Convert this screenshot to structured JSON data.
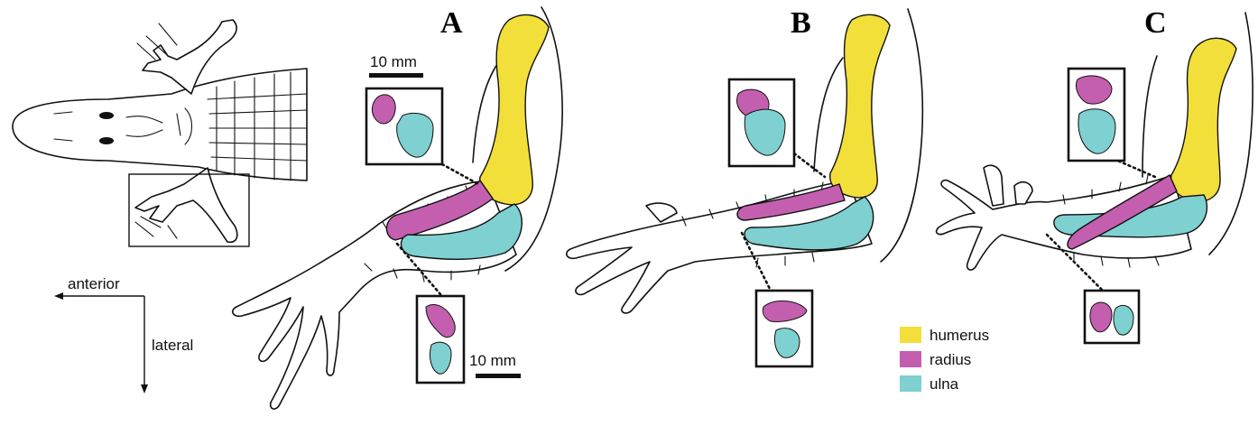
{
  "panels": [
    {
      "letter": "A"
    },
    {
      "letter": "B"
    },
    {
      "letter": "C"
    }
  ],
  "scale_bars": [
    {
      "label": "10 mm"
    },
    {
      "label": "10 mm"
    }
  ],
  "orientation": {
    "anterior": "anterior",
    "lateral": "lateral"
  },
  "legend": [
    {
      "label": "humerus",
      "color": "#f2df3a"
    },
    {
      "label": "radius",
      "color": "#c45fb0"
    },
    {
      "label": "ulna",
      "color": "#7fd0d0"
    }
  ],
  "colors": {
    "humerus": "#f2df3a",
    "radius": "#c45fb0",
    "ulna": "#7fd0d0",
    "outline": "#111111"
  }
}
